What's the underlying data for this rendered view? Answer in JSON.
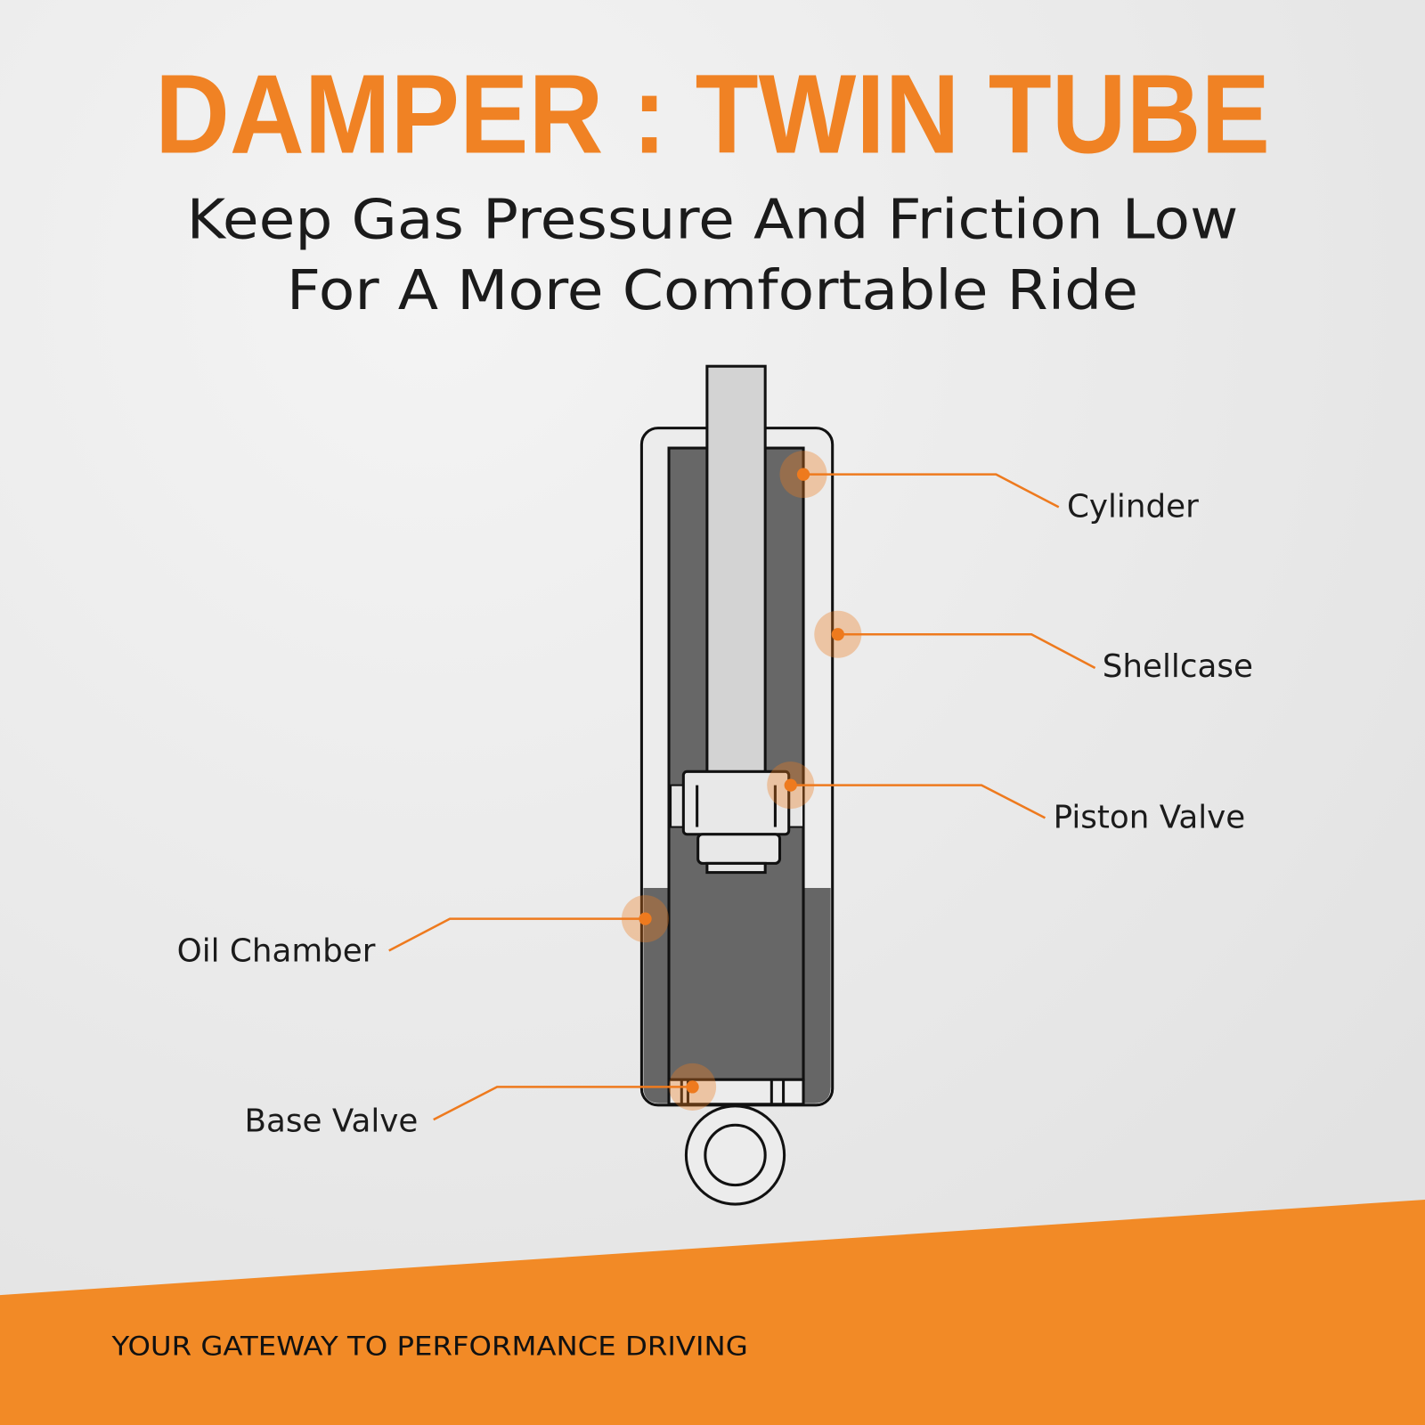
{
  "header": {
    "title": "DAMPER : TWIN TUBE",
    "subtitle_line1": "Keep Gas Pressure And Friction Low",
    "subtitle_line2": "For A More Comfortable Ride"
  },
  "diagram": {
    "labels": {
      "cylinder": "Cylinder",
      "shellcase": "Shellcase",
      "piston_valve": "Piston Valve",
      "oil_chamber": "Oil Chamber",
      "base_valve": "Base Valve"
    }
  },
  "footer": {
    "tagline": "YOUR GATEWAY TO PERFORMANCE DRIVING"
  },
  "colors": {
    "accent": "#F08224",
    "background": "#EBEBEB",
    "fluid": "#666666"
  }
}
